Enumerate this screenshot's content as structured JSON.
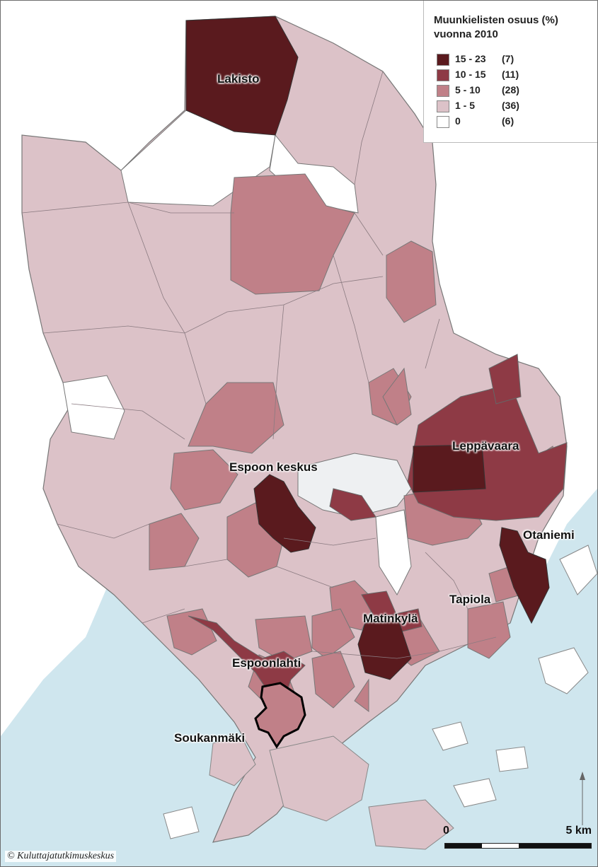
{
  "legend": {
    "title_line1": "Muunkielisten osuus (%)",
    "title_line2": "vuonna 2010",
    "classes": [
      {
        "range": "15 - 23",
        "count": "(7)",
        "color": "#5a1a1e"
      },
      {
        "range": "10 - 15",
        "count": "(11)",
        "color": "#8e3a45"
      },
      {
        "range": "5 - 10",
        "count": "(28)",
        "color": "#c08088"
      },
      {
        "range": "1 - 5",
        "count": "(36)",
        "color": "#dcc2c8"
      },
      {
        "range": "0",
        "count": "(6)",
        "color": "#ffffff"
      }
    ]
  },
  "water_color": "#cfe6ee",
  "labels": {
    "lakisto": "Lakisto",
    "leppavaara": "Leppävaara",
    "espoon_keskus": "Espoon keskus",
    "otaniemi": "Otaniemi",
    "tapiola": "Tapiola",
    "matinkyla": "Matinkylä",
    "espoonlahti": "Espoonlahti",
    "soukanmaki": "Soukanmäki"
  },
  "scale": {
    "start": "0",
    "end": "5 km"
  },
  "copyright": "© Kuluttajatutkimuskeskus"
}
